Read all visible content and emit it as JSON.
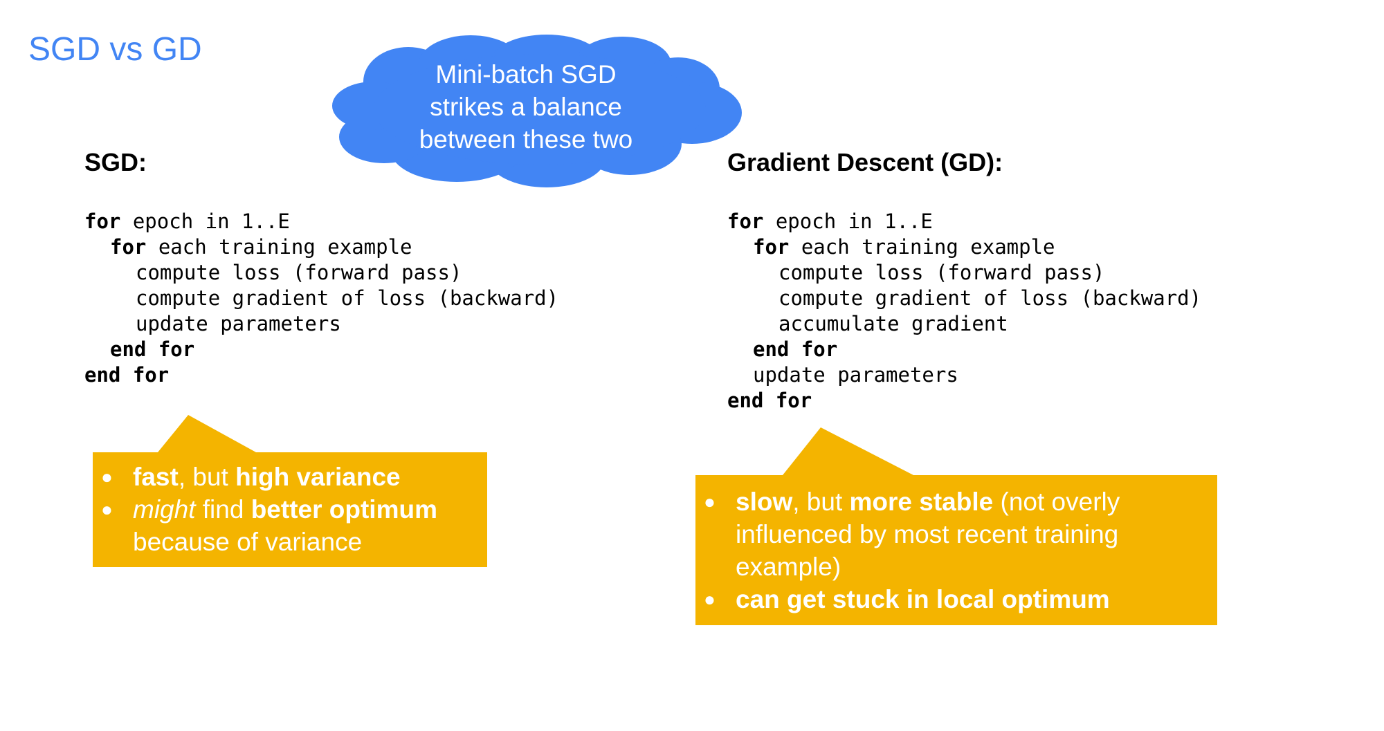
{
  "title": "SGD vs GD",
  "cloud": {
    "lines": [
      "Mini-batch SGD",
      "strikes a balance",
      "between these two"
    ]
  },
  "sgd": {
    "heading": "SGD:",
    "code": [
      {
        "kw": "for",
        "rest": " epoch in 1..E",
        "indent": 0
      },
      {
        "kw": "for",
        "rest": " each training example",
        "indent": 1
      },
      {
        "kw": "",
        "rest": "compute loss (forward pass)",
        "indent": 2
      },
      {
        "kw": "",
        "rest": "compute gradient of loss (backward)",
        "indent": 2
      },
      {
        "kw": "",
        "rest": "update parameters",
        "indent": 2
      },
      {
        "kw": "end for",
        "rest": "",
        "indent": 1
      },
      {
        "kw": "end for",
        "rest": "",
        "indent": 0
      }
    ],
    "bullets": [
      [
        {
          "t": "fast",
          "s": "b"
        },
        {
          "t": ", but ",
          "s": ""
        },
        {
          "t": "high variance",
          "s": "b"
        }
      ],
      [
        {
          "t": "might",
          "s": "i"
        },
        {
          "t": " find ",
          "s": ""
        },
        {
          "t": "better optimum",
          "s": "b"
        },
        {
          "t": " because of variance",
          "s": ""
        }
      ]
    ]
  },
  "gd": {
    "heading": "Gradient Descent (GD):",
    "code": [
      {
        "kw": "for",
        "rest": " epoch in 1..E",
        "indent": 0
      },
      {
        "kw": "for",
        "rest": " each training example",
        "indent": 1
      },
      {
        "kw": "",
        "rest": "compute loss (forward pass)",
        "indent": 2
      },
      {
        "kw": "",
        "rest": "compute gradient of loss (backward)",
        "indent": 2
      },
      {
        "kw": "",
        "rest": "accumulate gradient",
        "indent": 2
      },
      {
        "kw": "end for",
        "rest": "",
        "indent": 1
      },
      {
        "kw": "",
        "rest": "update parameters",
        "indent": 1
      },
      {
        "kw": "end for",
        "rest": "",
        "indent": 0
      }
    ],
    "bullets": [
      [
        {
          "t": "slow",
          "s": "b"
        },
        {
          "t": ", but ",
          "s": ""
        },
        {
          "t": "more stable",
          "s": "b"
        },
        {
          "t": " (not overly influenced by most recent training example)",
          "s": ""
        }
      ],
      [
        {
          "t": "can get stuck in local optimum",
          "s": "b"
        }
      ]
    ]
  },
  "colors": {
    "accent": "#4285f4",
    "callout": "#f4b400"
  }
}
